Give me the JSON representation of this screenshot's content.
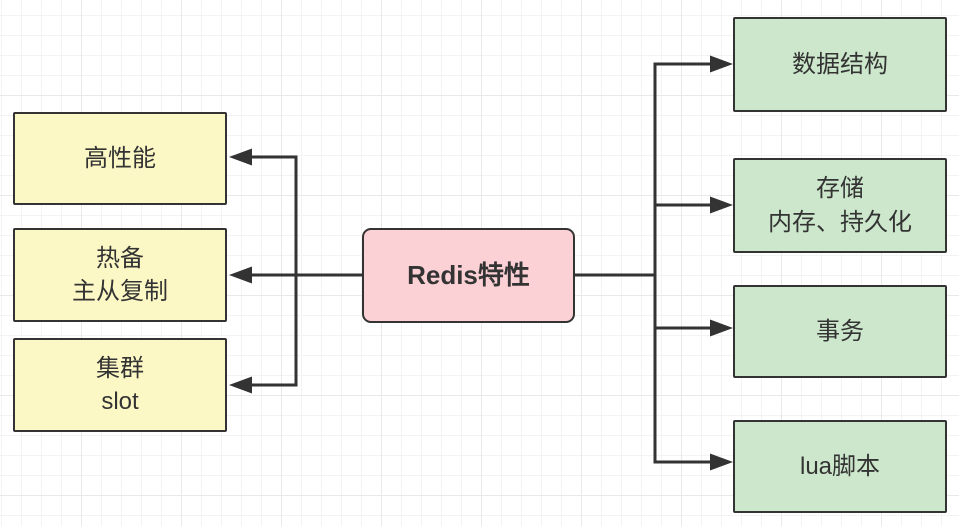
{
  "diagram": {
    "center_node": {
      "label": "Redis特性"
    },
    "left_nodes": [
      {
        "label": "高性能"
      },
      {
        "label": "热备\n主从复制"
      },
      {
        "label": "集群\nslot"
      }
    ],
    "right_nodes": [
      {
        "label": "数据结构"
      },
      {
        "label": "存储\n内存、持久化"
      },
      {
        "label": "事务"
      },
      {
        "label": "lua脚本"
      }
    ],
    "colors": {
      "center_fill": "#fbd1d6",
      "left_fill": "#fcf8c6",
      "right_fill": "#cce7cb",
      "node_border": "#333333",
      "connector": "#333333",
      "text": "#333333",
      "grid_minor": "#f3f3f3",
      "grid_major": "#e9e9e9",
      "background": "#ffffff"
    }
  }
}
